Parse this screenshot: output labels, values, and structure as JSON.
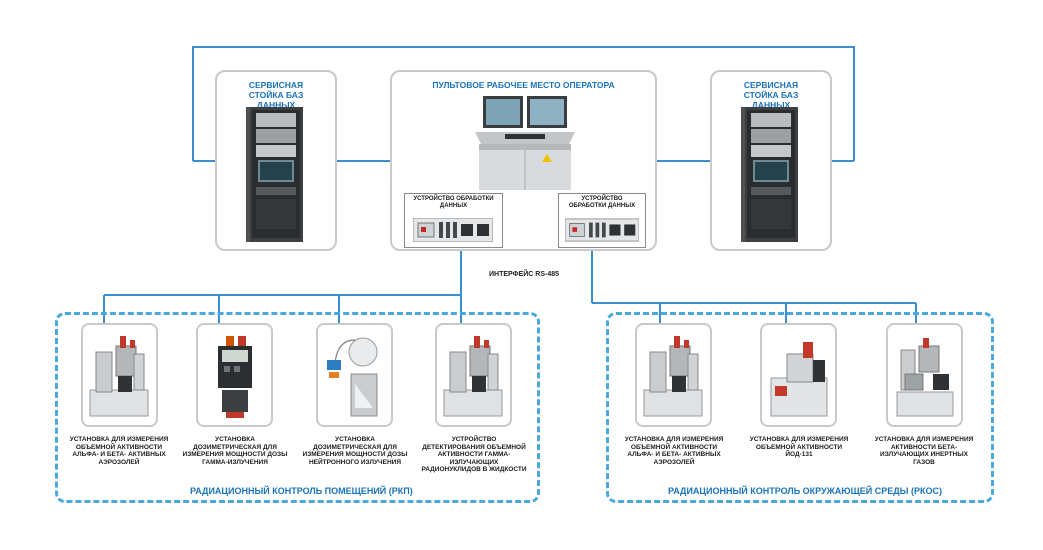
{
  "operator_station": {
    "title": "ПУЛЬТОВОЕ РАБОЧЕЕ МЕСТО ОПЕРАТОРА",
    "processing_units": [
      {
        "label": "УСТРОЙСТВО ОБРАБОТКИ ДАННЫХ"
      },
      {
        "label": "УСТРОЙСТВО ОБРАБОТКИ ДАННЫХ"
      }
    ]
  },
  "service_racks": {
    "left": {
      "title": "СЕРВИСНАЯ СТОЙКА БАЗ ДАННЫХ"
    },
    "right": {
      "title": "СЕРВИСНАЯ СТОЙКА БАЗ ДАННЫХ"
    }
  },
  "interface_label": "ИНТЕРФЕЙС RS-485",
  "groups": {
    "rooms": {
      "title": "РАДИАЦИОННЫЙ КОНТРОЛЬ ПОМЕЩЕНИЙ (РКП)",
      "devices": [
        {
          "caption": "УСТАНОВКА ДЛЯ ИЗМЕРЕНИЯ ОБЪЕМНОЙ АКТИВНОСТИ АЛЬФА- И БЕТА- АКТИВНЫХ АЭРОЗОЛЕЙ"
        },
        {
          "caption": "УСТАНОВКА ДОЗИМЕТРИЧЕСКАЯ ДЛЯ ИЗМЕРЕНИЯ МОЩНОСТИ ДОЗЫ ГАММА-ИЗЛУЧЕНИЯ"
        },
        {
          "caption": "УСТАНОВКА ДОЗИМЕТРИЧЕСКАЯ ДЛЯ ИЗМЕРЕНИЯ МОЩНОСТИ ДОЗЫ НЕЙТРОННОГО ИЗЛУЧЕНИЯ"
        },
        {
          "caption": "УСТРОЙСТВО ДЕТЕКТИРОВАНИЯ ОБЪЕМНОЙ АКТИВНОСТИ ГАММА-ИЗЛУЧАЮЩИХ РАДИОНУКЛИДОВ В ЖИДКОСТИ"
        }
      ]
    },
    "environment": {
      "title": "РАДИАЦИОННЫЙ КОНТРОЛЬ ОКРУЖАЮЩЕЙ СРЕДЫ (РКОС)",
      "devices": [
        {
          "caption": "УСТАНОВКА ДЛЯ ИЗМЕРЕНИЯ ОБЪЕМНОЙ АКТИВНОСТИ АЛЬФА- И БЕТА- АКТИВНЫХ АЭРОЗОЛЕЙ"
        },
        {
          "caption": "УСТАНОВКА ДЛЯ ИЗМЕРЕНИЯ ОБЪЕМНОЙ АКТИВНОСТИ ЙОД-131"
        },
        {
          "caption": "УСТАНОВКА ДЛЯ ИЗМЕРЕНИЯ АКТИВНОСТИ БЕТА-ИЗЛУЧАЮЩИХ ИНЕРТНЫХ ГАЗОВ"
        }
      ]
    }
  },
  "colors": {
    "link_line": "#3b8fd1",
    "group_border": "#4aa9dc",
    "title_text": "#1a73b8",
    "panel_border": "#c9c9c9"
  }
}
